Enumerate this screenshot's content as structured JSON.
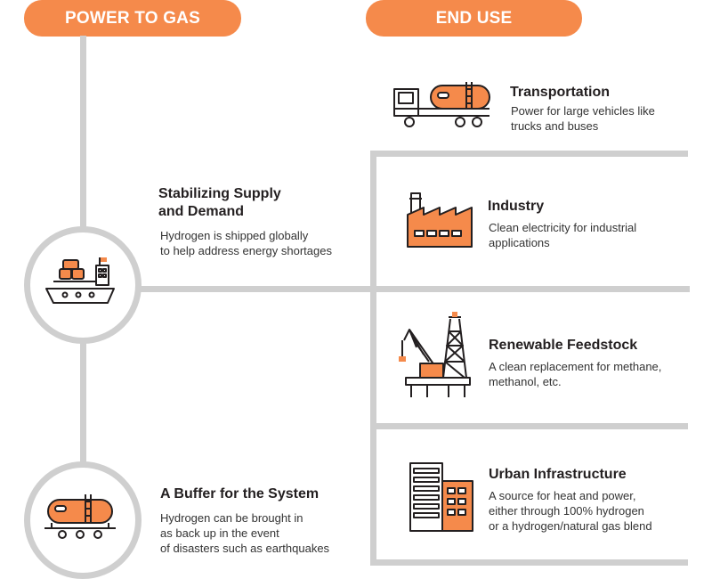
{
  "headers": {
    "left": "POWER TO GAS",
    "right": "END USE"
  },
  "left_items": [
    {
      "title": "Stabilizing Supply\nand Demand",
      "description": "Hydrogen is shipped globally\nto help address energy shortages",
      "icon": "cargo-ship-icon"
    },
    {
      "title": "A Buffer for the System",
      "description": "Hydrogen can be brought in\nas back up in the event\nof disasters such as earthquakes",
      "icon": "tank-rail-car-icon"
    }
  ],
  "right_items": [
    {
      "title": "Transportation",
      "description": "Power for large vehicles like\ntrucks and buses",
      "icon": "tanker-truck-icon"
    },
    {
      "title": "Industry",
      "description": "Clean electricity for industrial\napplications",
      "icon": "factory-icon"
    },
    {
      "title": "Renewable Feedstock",
      "description": "A clean replacement for methane,\nmethanol, etc.",
      "icon": "offshore-rig-icon"
    },
    {
      "title": "Urban Infrastructure",
      "description": "A source for heat and power,\neither through 100% hydrogen\nor a hydrogen/natural gas blend",
      "icon": "city-buildings-icon"
    }
  ],
  "colors": {
    "accent": "#f58a4b",
    "line": "#cfcfcf",
    "text": "#231f20"
  }
}
